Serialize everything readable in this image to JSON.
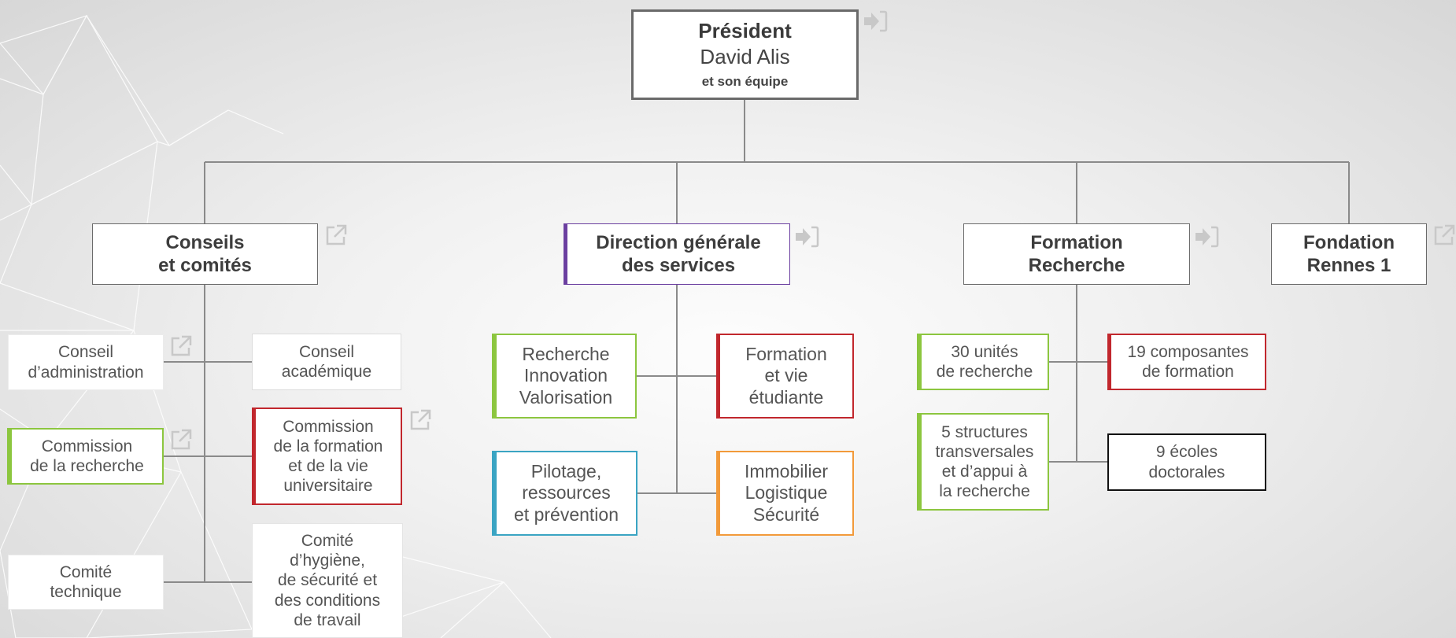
{
  "president": {
    "title": "Président",
    "name": "David Alis",
    "sub": "et son équipe"
  },
  "level1": {
    "conseils": "Conseils\net comités",
    "dgs": "Direction générale\ndes services",
    "formation": "Formation\nRecherche",
    "fondation": "Fondation\nRennes 1"
  },
  "conseils": {
    "admin": "Conseil\nd’administration",
    "academique": "Conseil\nacadémique",
    "recherche": "Commission\nde la recherche",
    "cfvu": "Commission\nde la formation\net de la vie\nuniversitaire",
    "technique": "Comité\ntechnique",
    "chsct": "Comité\nd’hygiène,\nde sécurité et\ndes conditions\nde travail"
  },
  "dgs": {
    "rive": "Recherche\nInnovation\nValorisation",
    "fve": "Formation\net vie\nétudiante",
    "pilotage": "Pilotage,\nressources\net prévention",
    "immobilier": "Immobilier\nLogistique\nSécurité"
  },
  "formation": {
    "unites": "30 unités\nde recherche",
    "composantes": "19 composantes\nde formation",
    "structures": "5 structures\ntransversales\net d’appui à\nla recherche",
    "ecoles": "9 écoles\ndoctorales"
  },
  "colors": {
    "green": "#8cc63f",
    "red": "#c1272d",
    "purple": "#6b3fa0",
    "blue": "#3aa4c3",
    "orange": "#f29a3a",
    "black": "#111111",
    "line": "#8a8a8a"
  },
  "icons": [
    "enter-icon",
    "external-link-icon"
  ]
}
